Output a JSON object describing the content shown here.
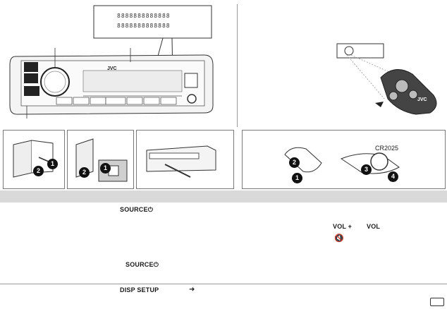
{
  "keys": {
    "source_1": "SOURCE",
    "source_2": "SOURCE",
    "disp_setup": "DISP SETUP",
    "vol_plus": "VOL +",
    "vol_minus": "VOL"
  },
  "remote": {
    "battery_label": "CR2025",
    "brand": "JVC"
  },
  "unit": {
    "brand": "JVC",
    "display_top": "8888888888888",
    "display_mid": "8888888888888"
  },
  "steps": {
    "n1": "1",
    "n2": "2",
    "n3": "3",
    "n4": "4"
  },
  "icons": {
    "mute": "speaker-mute-icon",
    "power": "power-icon",
    "arrow": "right-arrow-icon"
  }
}
